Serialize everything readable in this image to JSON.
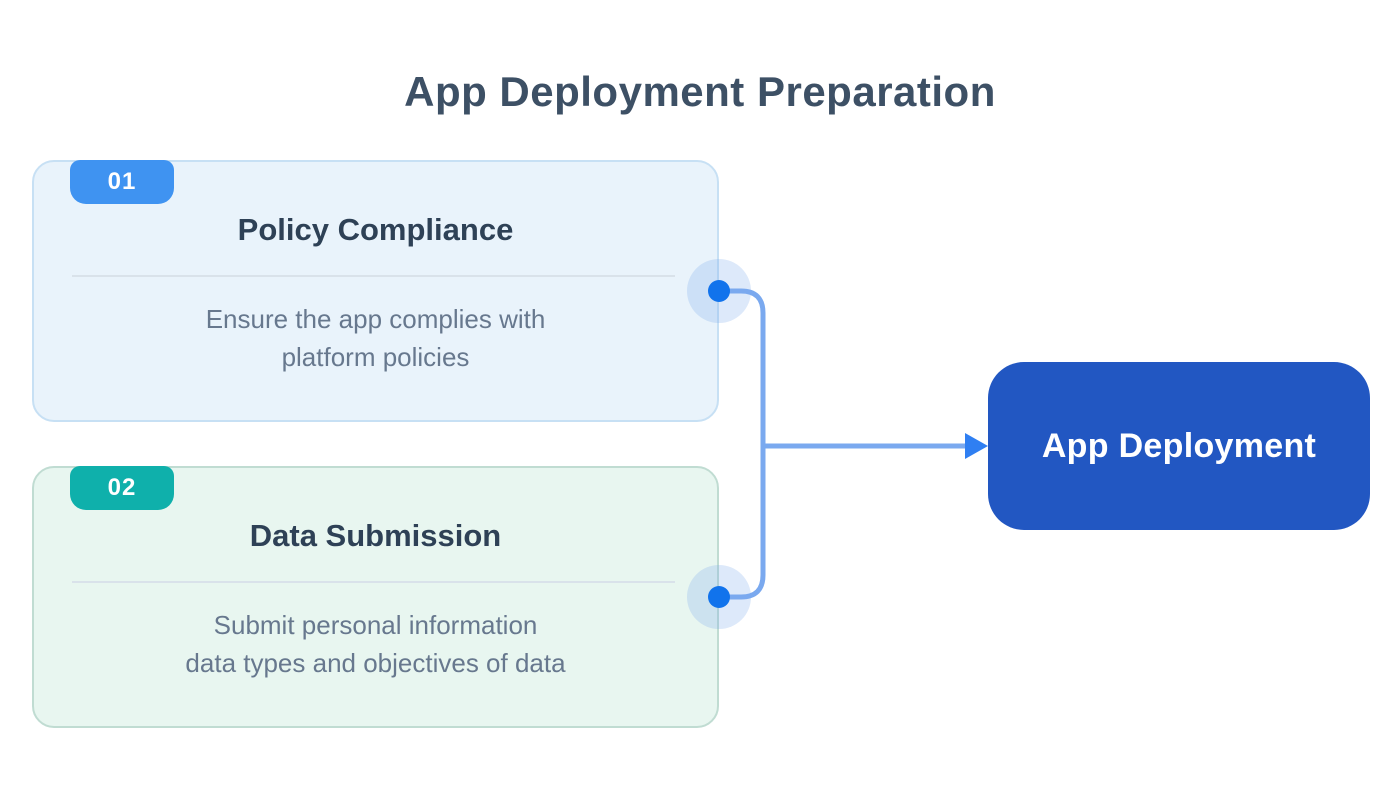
{
  "title": "App Deployment Preparation",
  "cards": [
    {
      "number": "01",
      "title": "Policy Compliance",
      "body_lines": [
        "Ensure the app complies with",
        "platform policies"
      ]
    },
    {
      "number": "02",
      "title": "Data Submission",
      "body_lines": [
        "Submit personal information",
        "data types and objectives of data"
      ]
    }
  ],
  "result_node": {
    "label": "App Deployment"
  },
  "colors": {
    "title-color": "#3d5065",
    "card-title-color": "#2e4156",
    "card-body-color": "#67788e",
    "divider-color": "#d9e2ea",
    "card1-bg": "#e9f3fb",
    "card1-border": "#c7e0f4",
    "badge1-bg": "#3f93f1",
    "card2-bg": "#e8f6f0",
    "card2-border": "#c0dcd2",
    "badge2-bg": "#0fb0ab",
    "deploy-bg": "#2257c2",
    "connector": "#7aa9ef",
    "dot": "#1173ec",
    "arrow": "#2f7ff2",
    "halo": "rgba(121,166,235,0.25)"
  }
}
